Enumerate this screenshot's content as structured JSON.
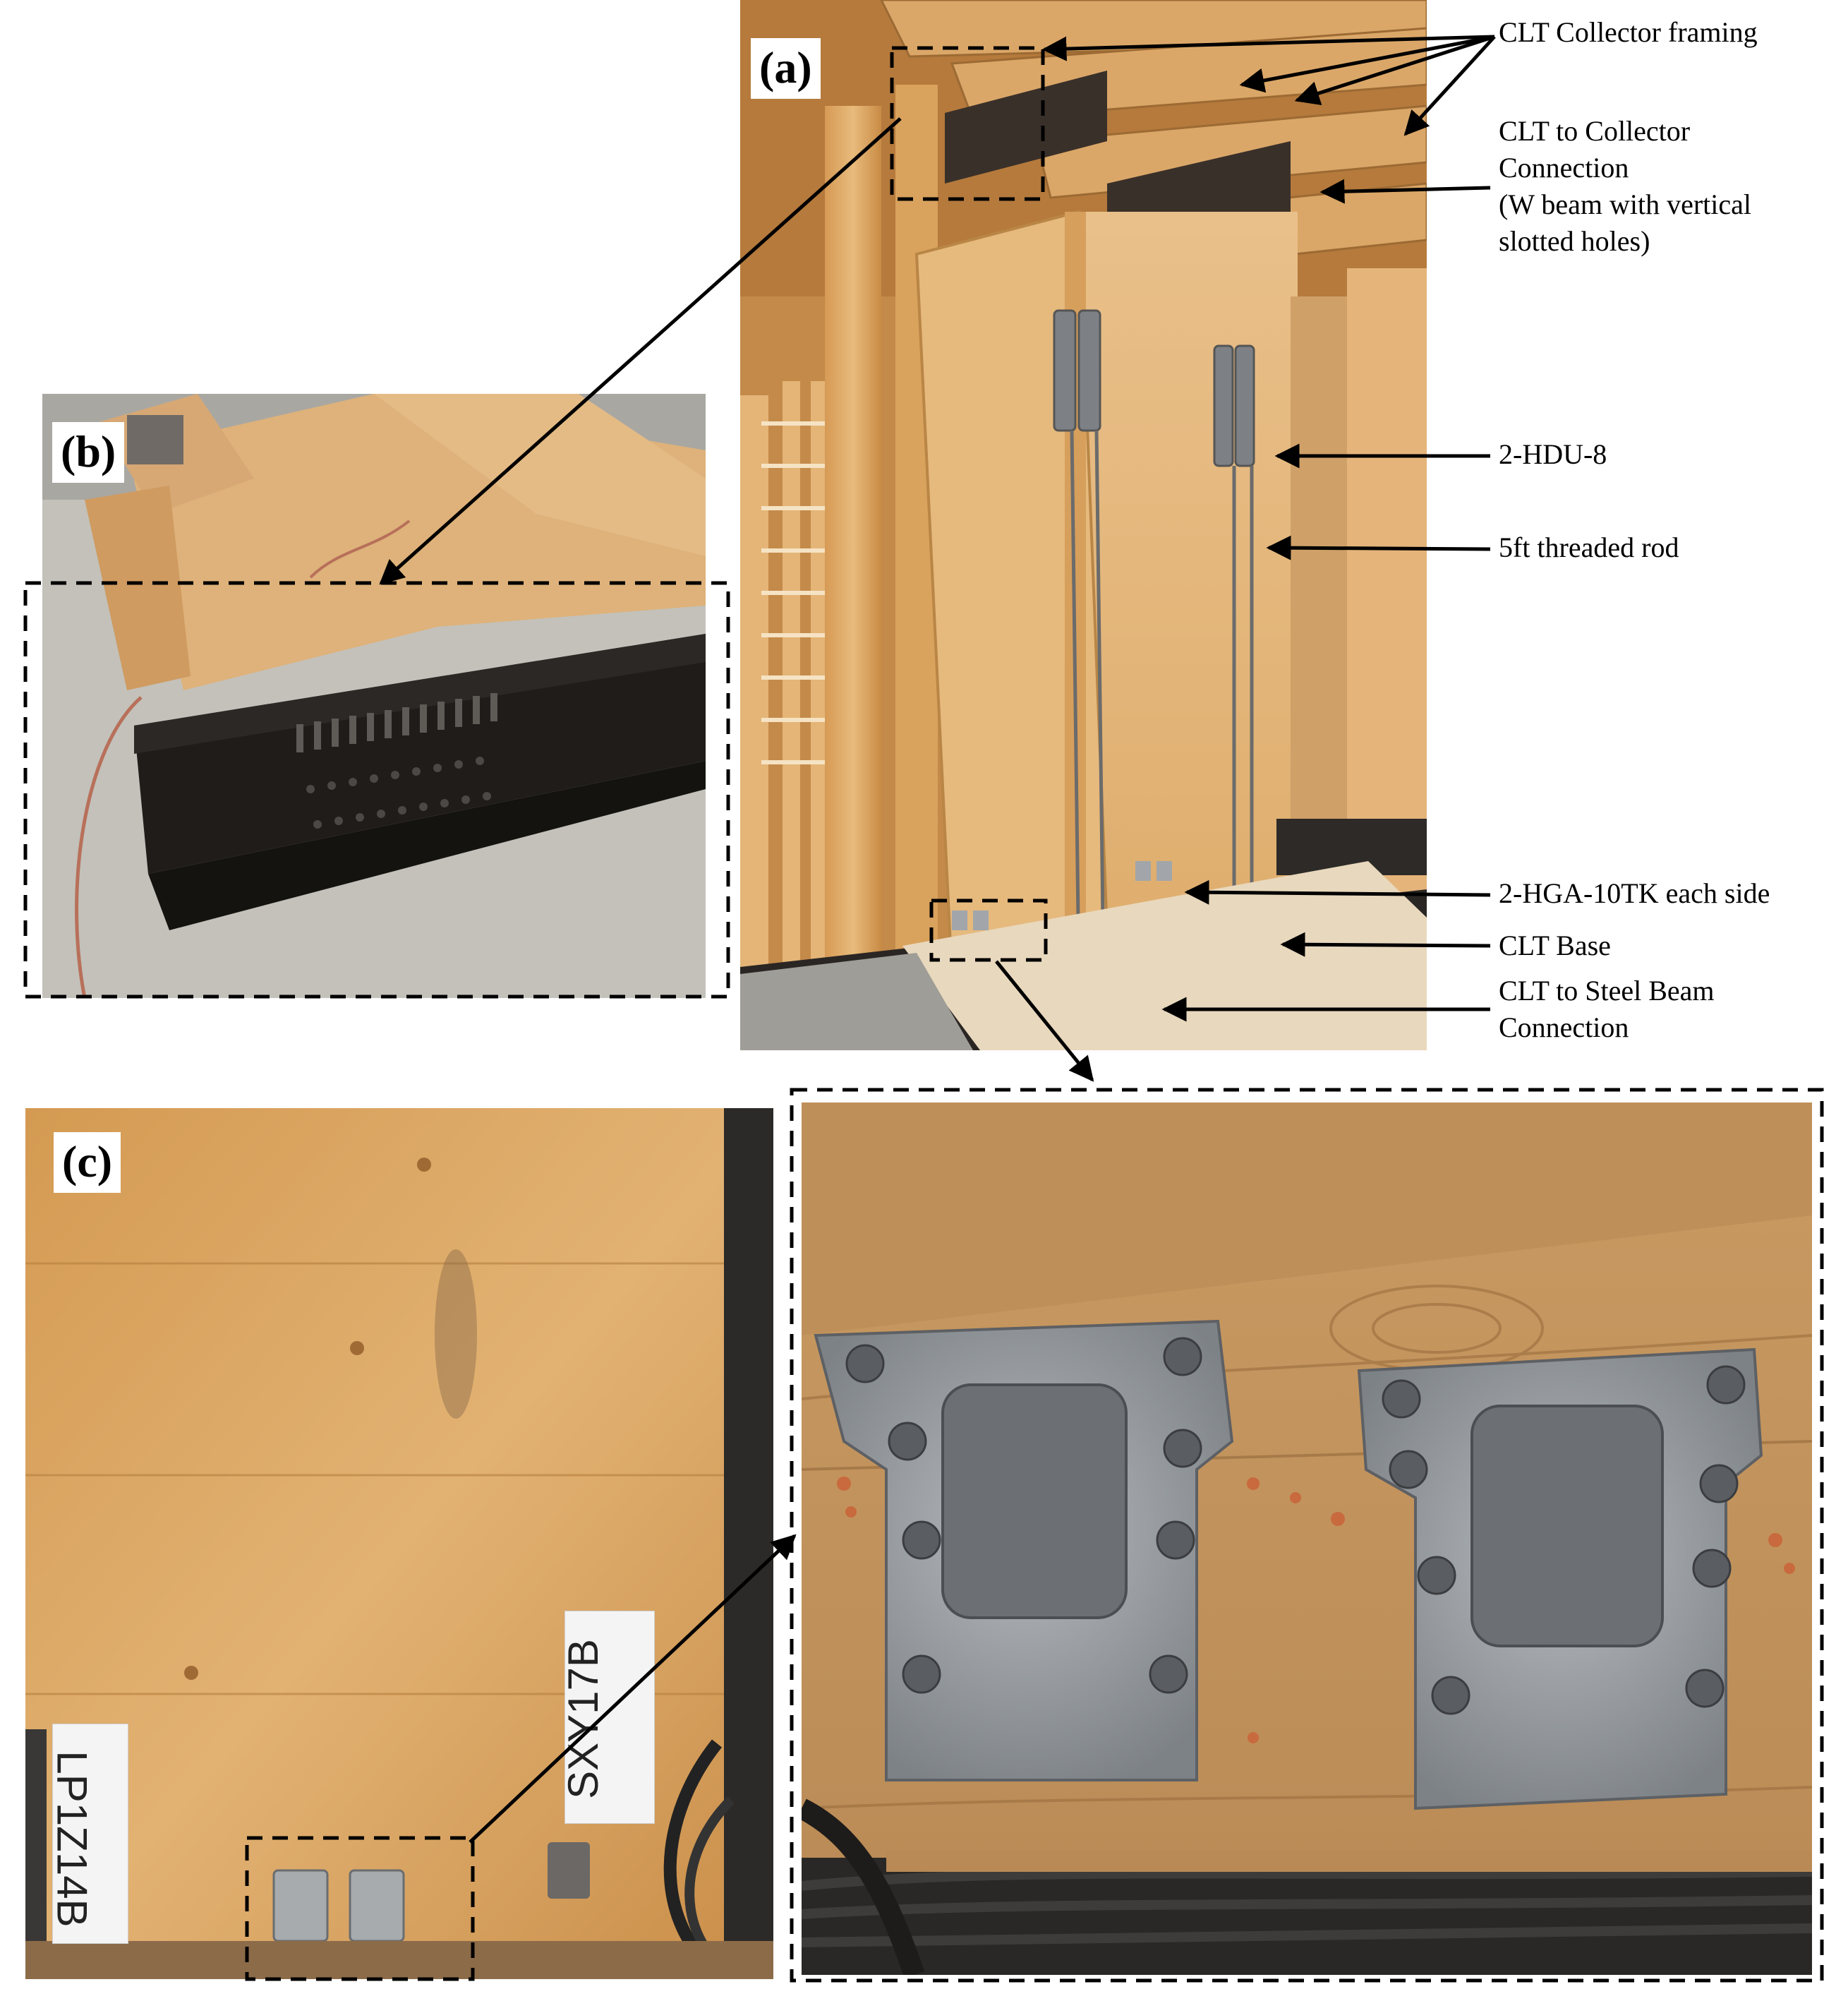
{
  "figure": {
    "panels": {
      "a": {
        "label": "(a)"
      },
      "b": {
        "label": "(b)"
      },
      "c": {
        "label": "(c)"
      }
    },
    "callouts": {
      "collector_framing": "CLT Collector framing",
      "collector_connection_1": "CLT to Collector",
      "collector_connection_2": "Connection",
      "collector_connection_3": "(W beam with vertical",
      "collector_connection_4": "slotted holes)",
      "hdu": "2-HDU-8",
      "threaded_rod": "5ft threaded rod",
      "hga": "2-HGA-10TK each side",
      "clt_base": "CLT Base",
      "steel_beam_conn_1": "CLT to Steel Beam",
      "steel_beam_conn_2": "Connection"
    },
    "photo_labels": {
      "left_card": "LP1Z14B",
      "right_card": "SXY17B"
    }
  },
  "colors": {
    "wood_light": "#e6b878",
    "wood_mid": "#d39a55",
    "wood_dark": "#a8733a",
    "steel_dark": "#2a2623",
    "steel_plate": "#8f9498",
    "concrete": "#bcbab3",
    "annotation": "#000000"
  }
}
